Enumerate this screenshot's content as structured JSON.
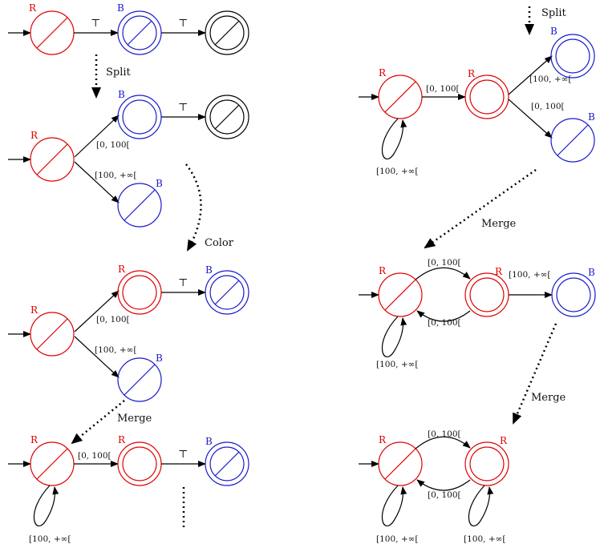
{
  "colors": {
    "red": "#e00000",
    "blue": "#1a1acc",
    "black": "#000000"
  },
  "state_letters": {
    "red": "R",
    "blue": "B"
  },
  "labels": {
    "top": "⊤",
    "interval_low": "[0, 100[",
    "interval_high": "[100, +∞["
  },
  "operations": {
    "split": "Split",
    "color": "Color",
    "merge": "Merge"
  }
}
